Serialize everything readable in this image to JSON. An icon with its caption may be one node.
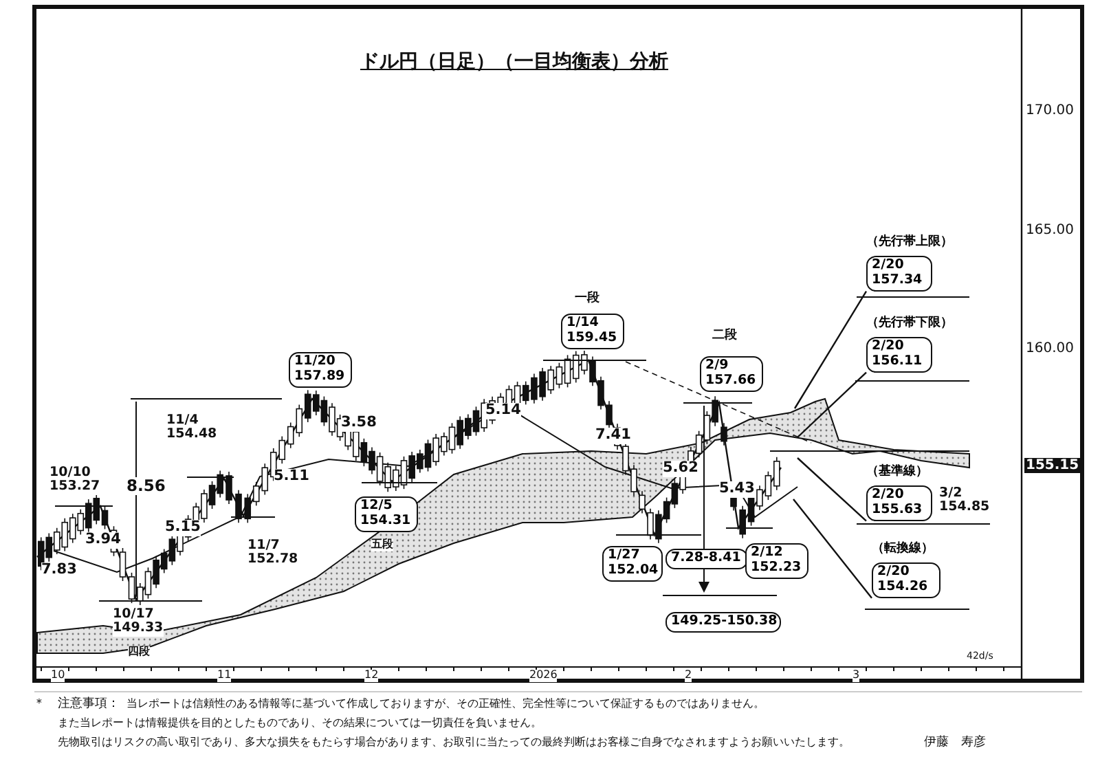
{
  "diagram": {
    "title": "ドル円（日足）（一目均衡表）分析",
    "nodes": [
      {
        "text": [
          "11/20 157.89"
        ]
      },
      {
        "text": [
          "12/5 154.31"
        ]
      },
      {
        "text": [
          "1/14 159.45"
        ]
      },
      {
        "text": [
          "2/9 157.66"
        ]
      },
      {
        "text": [
          "1/27 152.04"
        ]
      },
      {
        "text": [
          "7.28-8.41"
        ]
      },
      {
        "text": [
          "2/12 152.23"
        ]
      },
      {
        "text": [
          "149.25-150.38"
        ]
      },
      {
        "text": [
          "（先行帯上限）",
          "2/20 157.34"
        ]
      },
      {
        "text": [
          "（先行帯下限）",
          "2/20 156.11"
        ]
      },
      {
        "text": [
          "（基準線）",
          "2/20 155.63"
        ],
        "beside": [
          "3/2 154.85"
        ]
      },
      {
        "text": [
          "（転換線）",
          "2/20 154.26"
        ]
      }
    ],
    "edges": [
      {
        "from": 8,
        "to": null,
        "arrow": "none"
      },
      {
        "from": 9,
        "to": null,
        "arrow": "none"
      },
      {
        "from": 10,
        "to": null,
        "arrow": "none"
      },
      {
        "from": 11,
        "to": null,
        "arrow": "none"
      }
    ],
    "labels": [
      "170.00",
      "165.00",
      "一段",
      "二段",
      "160.00",
      "11/4 154.48",
      "5.14",
      "3.58",
      "7.41",
      "10/10 153.27",
      "5.11",
      "5.62",
      "155.15",
      "8.56",
      "5.43",
      "5.15",
      "3.94",
      "五段",
      "11/7 152.78",
      "7.83",
      "10/17 149.33",
      "四段",
      "42d/s",
      "10",
      "11",
      "12",
      "2026",
      "2",
      "3",
      "＊",
      "注意事項：",
      "当レポートは信頼性のある情報等に基づいて作成しておりますが、その正確性、完全性等について保証するものではありません。",
      "また当レポートは情報提供を目的としたものであり、その結果については一切責任を負いません。",
      "先物取引はリスクの高い取引であり、多大な損失をもたらす場合があります、お取引に当たっての最終判断はお客様ご自身でなされますようお願いいたします。",
      "伊藤　寿彦"
    ]
  }
}
